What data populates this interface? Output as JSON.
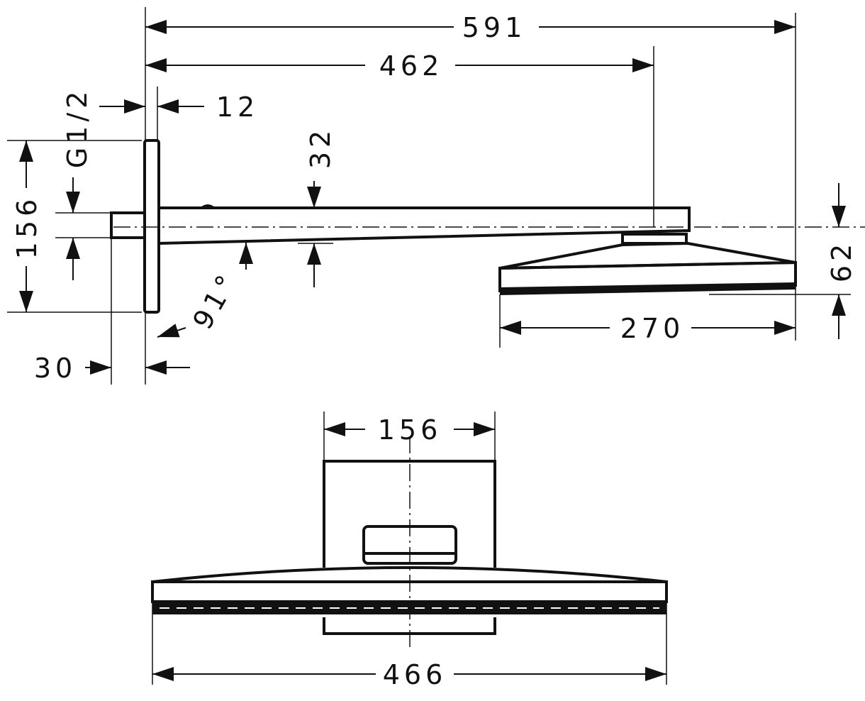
{
  "drawing": {
    "side_view": {
      "overall_length": "591",
      "arm_length": "462",
      "plate_thickness": "12",
      "thread": "G1/2",
      "plate_height": "156",
      "arm_height": "32",
      "angle": "91°",
      "head_height": "62",
      "head_depth": "270",
      "stub_length": "30"
    },
    "top_view": {
      "plate_width": "156",
      "head_width": "466"
    }
  }
}
